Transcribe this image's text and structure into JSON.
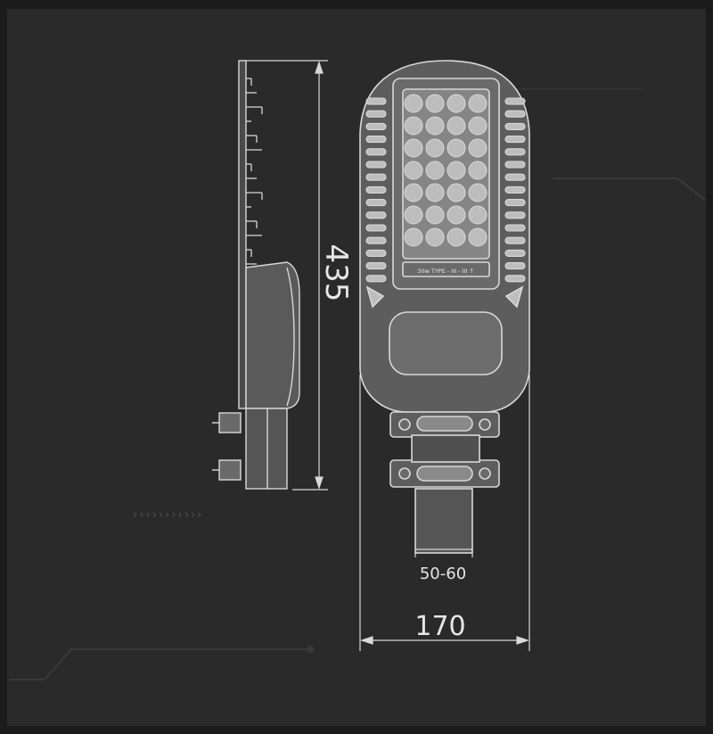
{
  "dimensions": {
    "height": "435",
    "width": "170",
    "pole_diameter": "50-60"
  },
  "decor": {
    "chevrons": "›››››››››››"
  },
  "led_panel": {
    "marking": "30w TYPE - III - III ↑",
    "led_rows": 7,
    "led_cols": 4
  },
  "colors": {
    "background": "#2a2a2a",
    "frame": "#1b1b1b",
    "line": "#d8d8d8",
    "body_fill": "#5d5d5d",
    "lens_fill": "#bdbdbd"
  }
}
